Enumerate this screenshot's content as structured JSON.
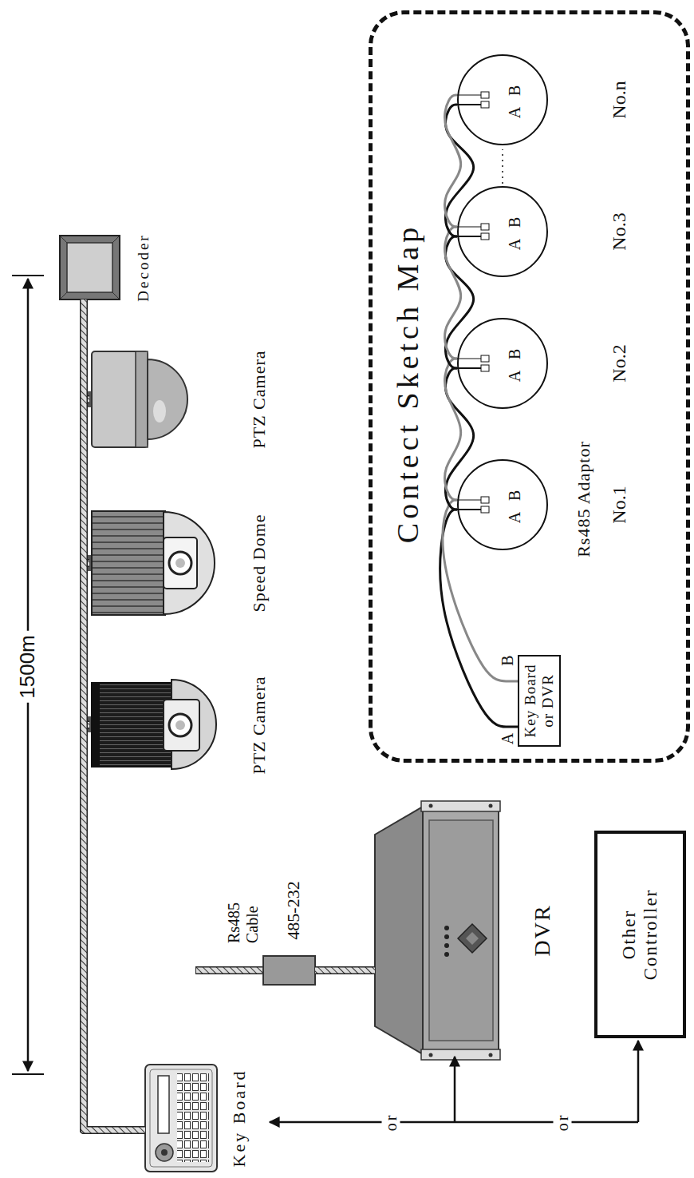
{
  "diagram": {
    "nodes": [
      {
        "text": [
          "Key Board"
        ]
      },
      {
        "text": [
          "PTZ Camera"
        ]
      },
      {
        "text": [
          "Speed Dome"
        ]
      },
      {
        "text": [
          "PTZ Camera"
        ]
      },
      {
        "text": [
          "Decoder"
        ]
      },
      {
        "text": [
          "485-232"
        ]
      },
      {
        "text": [
          "DVR"
        ]
      },
      {
        "text": [
          "Other Controller"
        ]
      },
      {
        "text": [
          "Contect Sketch Map"
        ]
      },
      {
        "text": [
          "Key Board or DVR"
        ],
        "in": 8
      },
      {
        "text": [
          "A B"
        ],
        "in": 8
      },
      {
        "text": [
          "A B"
        ],
        "in": 8
      },
      {
        "text": [
          "A B"
        ],
        "in": 8
      },
      {
        "text": [
          "A B"
        ],
        "in": 8
      }
    ],
    "edges": [
      {
        "from": 0,
        "to": 1,
        "arrow": "none"
      },
      {
        "from": 0,
        "to": 2,
        "arrow": "none"
      },
      {
        "from": 0,
        "to": 3,
        "arrow": "none"
      },
      {
        "from": 0,
        "to": 4,
        "arrow": "none"
      },
      {
        "from": 6,
        "to": 5,
        "arrow": "none"
      },
      {
        "from": 9,
        "to": 10,
        "arrow": "none"
      },
      {
        "from": 10,
        "to": 11,
        "arrow": "none"
      },
      {
        "from": 11,
        "to": 12,
        "arrow": "none"
      },
      {
        "from": 12,
        "to": 13,
        "arrow": "none"
      }
    ],
    "labels": [
      "1500m",
      "Rs485 Cable",
      "or",
      "or",
      "A",
      "B",
      "Rs485 Adaptor",
      "No.1",
      "No.2",
      "No.3",
      "No.n"
    ]
  }
}
